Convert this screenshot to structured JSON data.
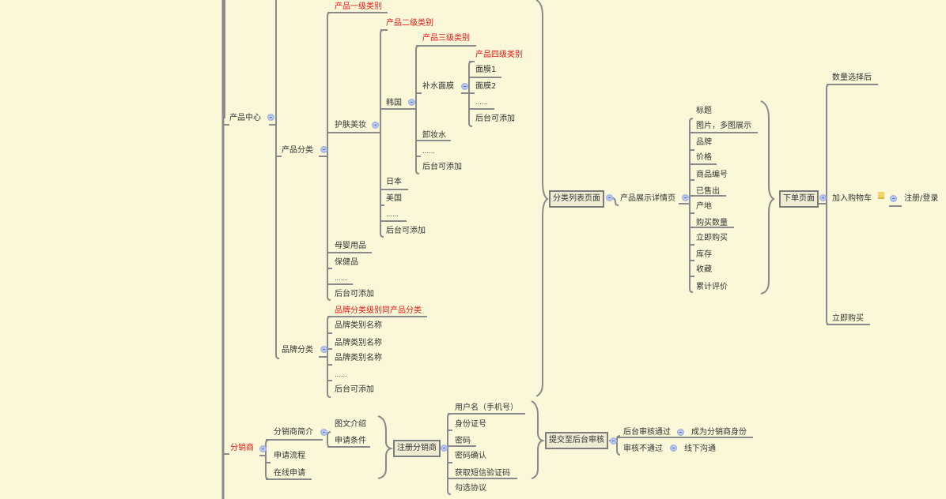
{
  "diagram": {
    "type": "mind-map",
    "colors": {
      "background": "#faf8d8",
      "line": "#8a8a8a",
      "highlight_text": "#e81515",
      "collapse_toggle": "#b7c6ee",
      "note_icon": "#f2d36a"
    },
    "product_center": {
      "label": "产品中心",
      "product_category": {
        "label": "产品分类",
        "level1_header": "产品一级类别",
        "skincare": {
          "label": "护肤美妆",
          "level2_header": "产品二级类别",
          "korea": {
            "label": "韩国",
            "level3_header": "产品三级类别",
            "hydrating_mask": {
              "label": "补水面膜",
              "level4_header": "产品四级类别",
              "items": [
                "面膜1",
                "面膜2",
                "……",
                "后台可添加"
              ]
            },
            "items": [
              "卸妆水",
              "……",
              "后台可添加"
            ]
          },
          "countries": [
            "日本",
            "美国",
            "……",
            "后台可添加"
          ]
        },
        "items": [
          "母婴用品",
          "保健品",
          "……",
          "后台可添加"
        ]
      },
      "brand_category": {
        "label": "品牌分类",
        "header": "品牌分类级别同产品分类",
        "items": [
          "品牌类别名称",
          "品牌类别名称",
          "品牌类别名称",
          "……",
          "后台可添加"
        ]
      }
    },
    "category_list_page": {
      "label": "分类列表页面",
      "detail_page": {
        "label": "产品展示详情页",
        "items": [
          "标题",
          "图片，多图展示",
          "品牌",
          "价格",
          "商品编号",
          "已售出",
          "产地",
          "购买数量",
          "立即购买",
          "库存",
          "收藏",
          "累计评价"
        ]
      }
    },
    "order_page": {
      "label": "下单页面",
      "after_quantity": "数量选择后",
      "add_to_cart": "加入购物车",
      "register_login": "注册/登录",
      "buy_now": "立即购买"
    },
    "distributor": {
      "label": "分销商",
      "intro": {
        "label": "分销商简介",
        "items": [
          "图文介绍",
          "申请条件"
        ]
      },
      "process": "申请流程",
      "online_apply": "在线申请"
    },
    "register_distributor": {
      "label": "注册分销商",
      "fields": [
        "用户名（手机号）",
        "身份证号",
        "密码",
        "密码确认",
        "获取短信验证码",
        "勾选协议"
      ]
    },
    "submit_review": {
      "label": "提交至后台审核",
      "approved": "后台审核通过",
      "approved_result": "成为分销商身份",
      "rejected": "审核不通过",
      "rejected_result": "线下沟通"
    }
  }
}
